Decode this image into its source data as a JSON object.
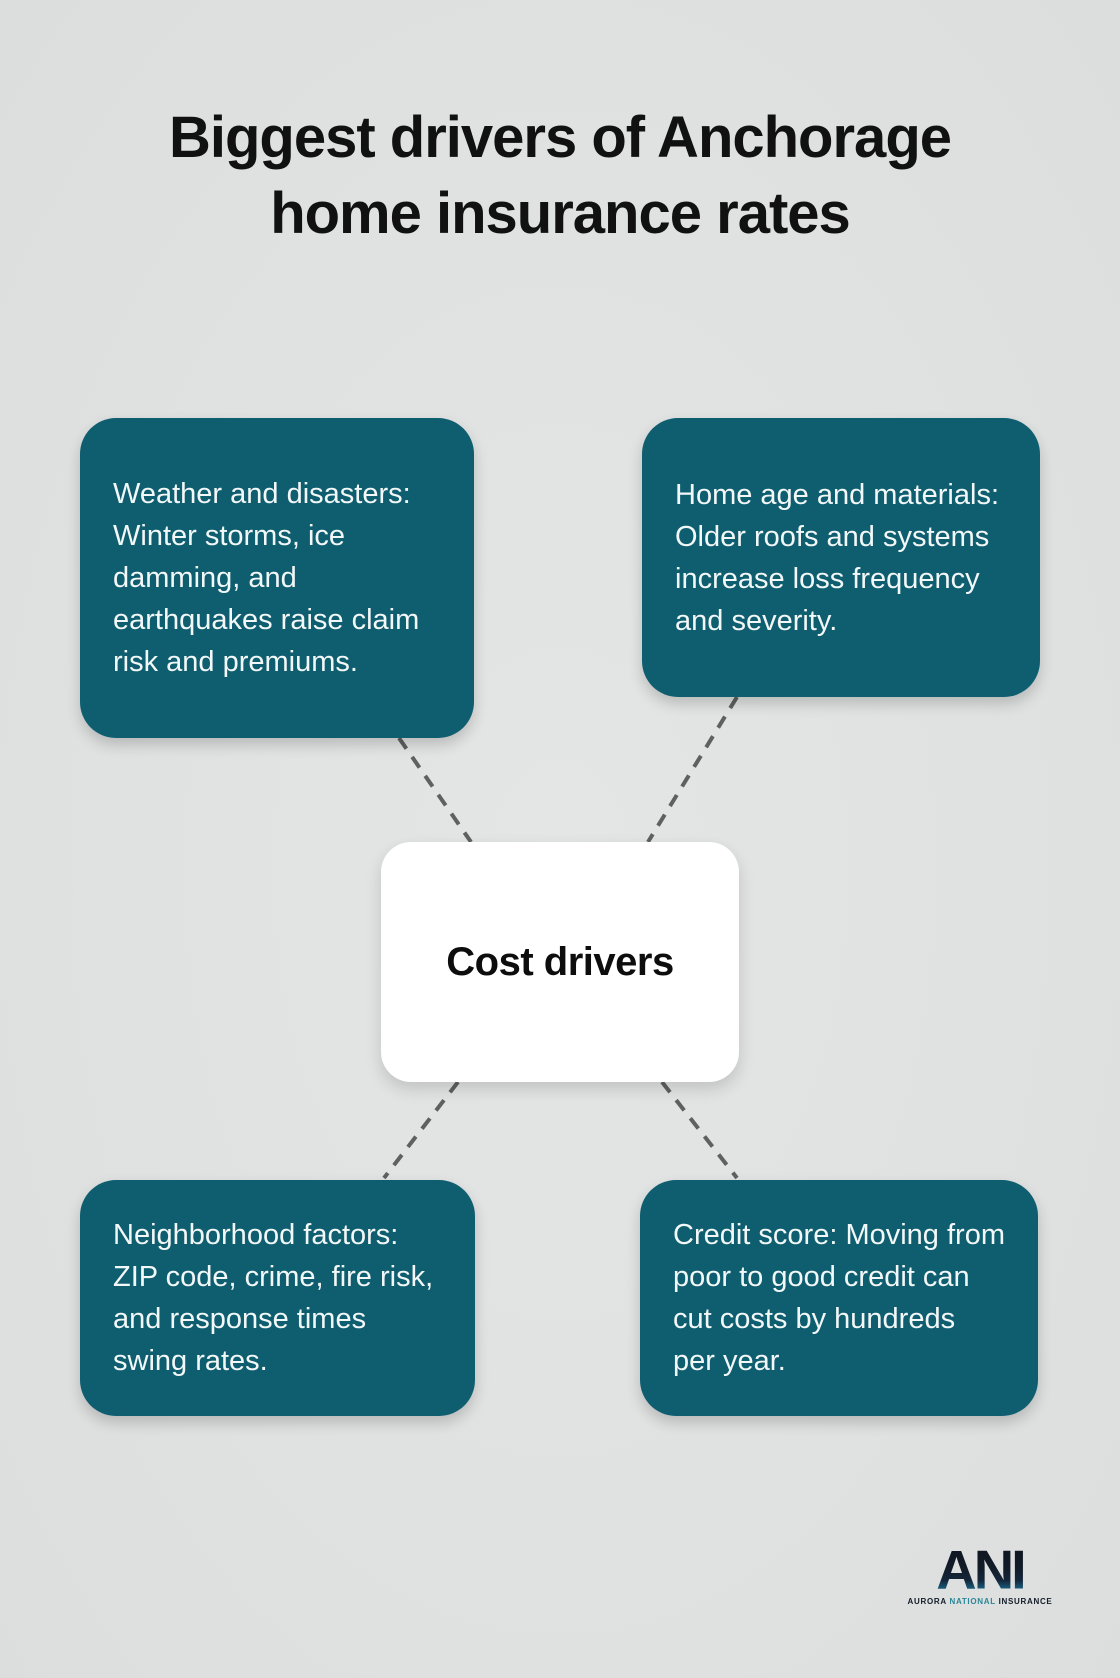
{
  "title": "Biggest drivers of Anchorage home insurance rates",
  "center": {
    "label": "Cost drivers"
  },
  "nodes": [
    {
      "id": "weather",
      "text": "Weather and disasters: Winter storms, ice damming, and earthquakes raise claim risk and premiums."
    },
    {
      "id": "home-age",
      "text": "Home age and materials: Older roofs and systems increase loss frequency and severity."
    },
    {
      "id": "neighborhood",
      "text": "Neighborhood factors: ZIP code, crime, fire risk, and response times swing rates."
    },
    {
      "id": "credit-score",
      "text": "Credit score: Moving from poor to good credit can cut costs by hundreds per year."
    }
  ],
  "logo": {
    "acronym": "ANI",
    "tagline": {
      "part1": "AURORA ",
      "part2": "NATIONAL",
      "part3": " INSURANCE"
    }
  },
  "colors": {
    "bg": "#e0e2e2",
    "card_teal": "#0f5e70",
    "card_text": "#f2f7f7",
    "title_color": "#111111",
    "dash": "#5f6060",
    "center_bg": "#ffffff",
    "logo_dark": "#131c28",
    "logo_teal": "#2b8697"
  }
}
